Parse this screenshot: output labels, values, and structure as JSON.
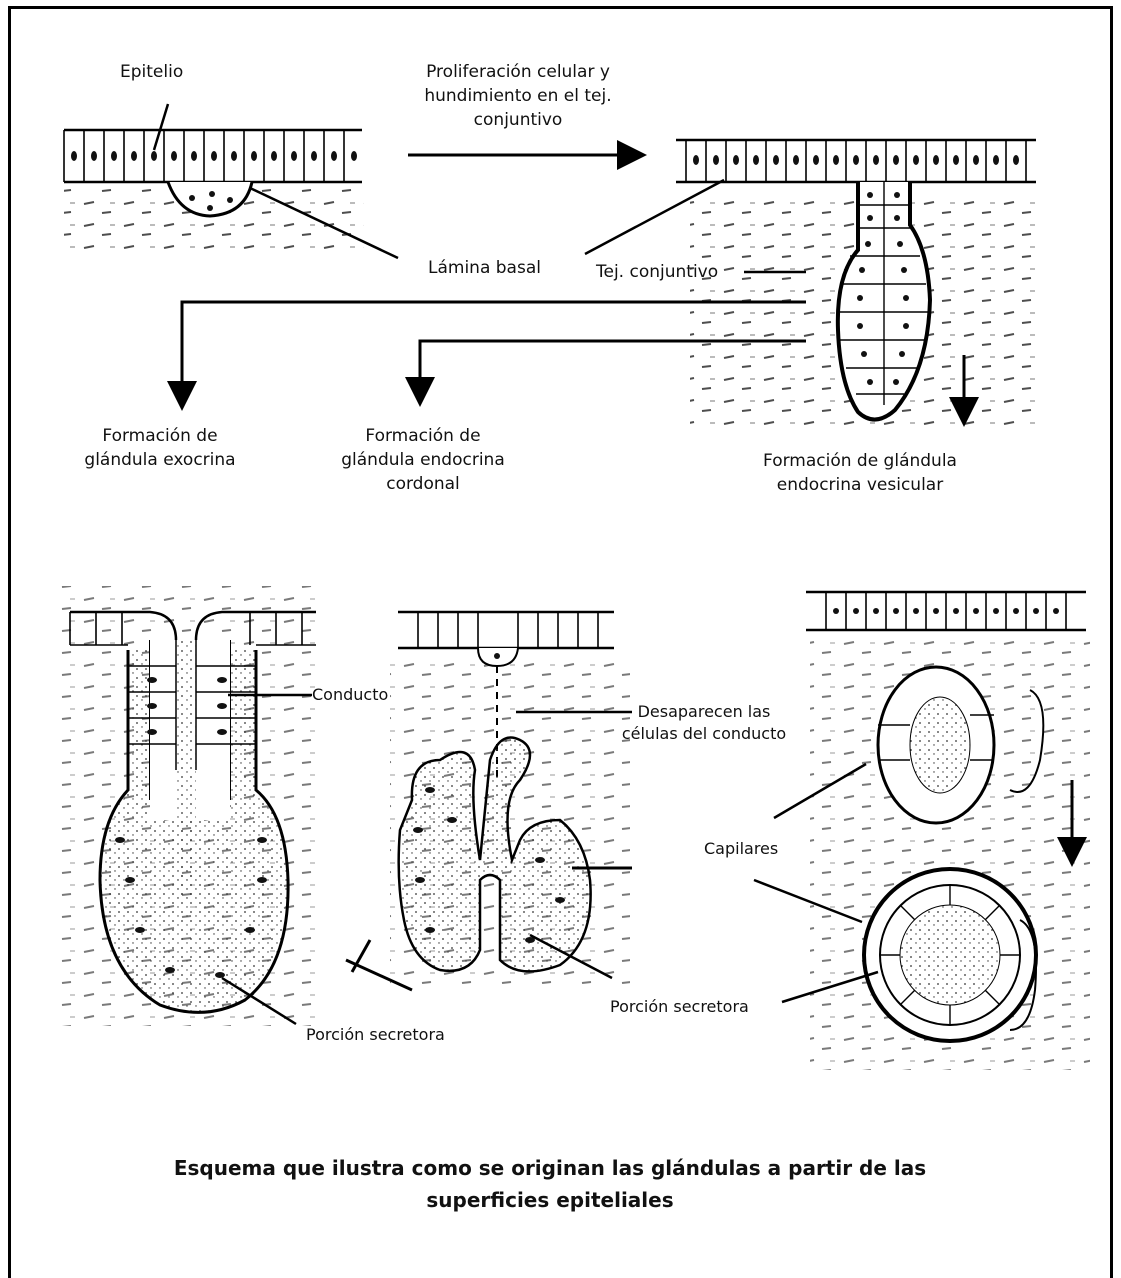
{
  "labels": {
    "epitelio": "Epitelio",
    "proliferacion": [
      "Proliferación celular y",
      "hundimiento en el tej.",
      "conjuntivo"
    ],
    "lamina_basal": "Lámina basal",
    "tej_conjuntivo": "Tej. conjuntivo",
    "exocrina": [
      "Formación de",
      "glándula exocrina"
    ],
    "endocrina_cordonal": [
      "Formación de",
      "glándula endocrina",
      "cordonal"
    ],
    "endocrina_vesicular": [
      "Formación de glándula",
      "endocrina vesicular"
    ],
    "conducto": "Conducto",
    "desaparecen": [
      "Desaparecen las",
      "células del conducto"
    ],
    "capilares": "Capilares",
    "porcion_secretora_1": "Porción secretora",
    "porcion_secretora_2": "Porción secretora"
  },
  "caption": [
    "Esquema que ilustra como se originan las glándulas a partir de las",
    "superficies epiteliales"
  ]
}
